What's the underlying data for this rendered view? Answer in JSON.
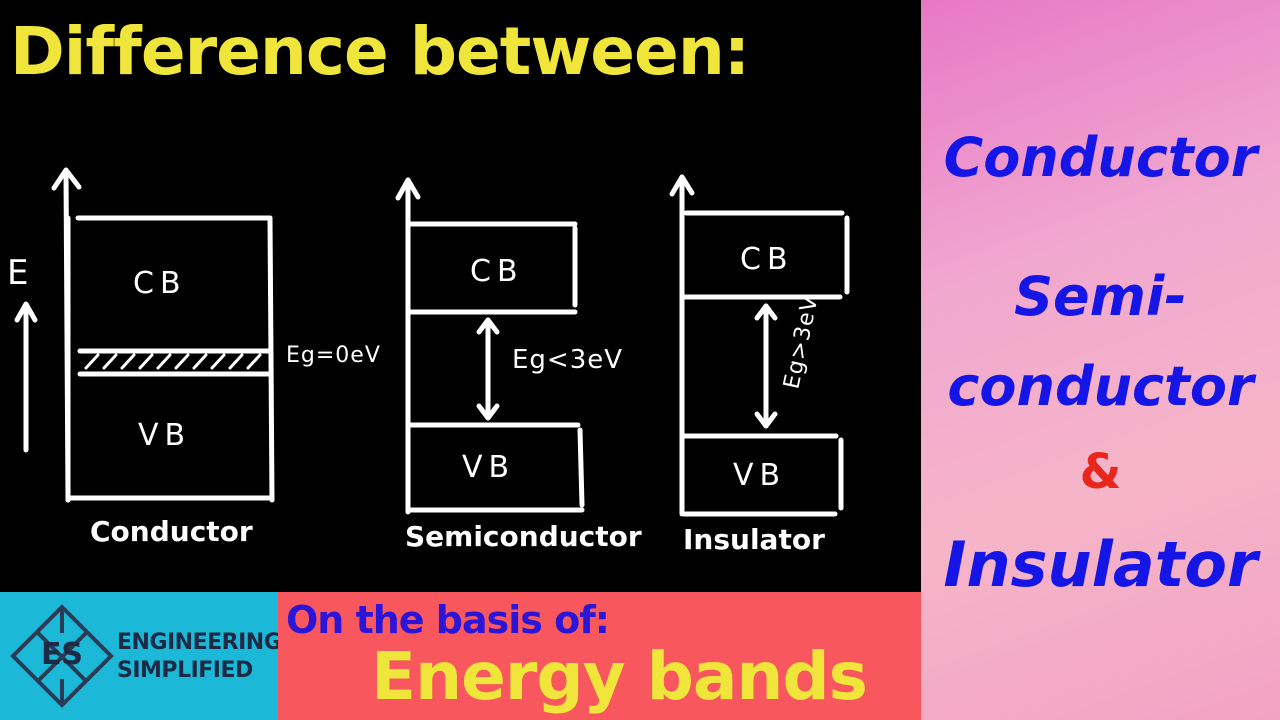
{
  "title": "Difference between:",
  "diagrams": {
    "axis_label": "E",
    "conductor": {
      "cb": "CB",
      "vb": "VB",
      "gap_note": "Eg=0eV",
      "caption": "Conductor"
    },
    "semiconductor": {
      "cb": "CB",
      "vb": "VB",
      "gap_note": "Eg<3eV",
      "caption": "Semiconductor"
    },
    "insulator": {
      "cb": "CB",
      "vb": "VB",
      "gap_note": "Eg>3eV",
      "caption": "Insulator"
    }
  },
  "side_panel": {
    "line1": "Conductor",
    "line2": "Semi-",
    "line3": "conductor",
    "ampersand": "&",
    "line4": "Insulator"
  },
  "logo": {
    "monogram": "ES",
    "line1": "ENGINEERING",
    "line2": "SIMPLIFIED"
  },
  "basis": {
    "line1": "On the basis of:",
    "line2": "Energy bands"
  },
  "colors": {
    "title_yellow": "#f0e53a",
    "side_blue": "#1515e6",
    "ampersand_red": "#e8261b",
    "logo_cyan": "#1bb8d8",
    "basis_red": "#f7575d",
    "basis_blue": "#2b15d6"
  }
}
